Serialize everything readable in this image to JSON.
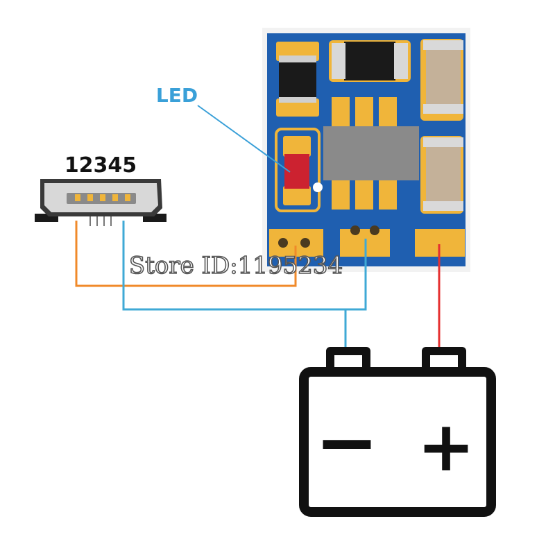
{
  "labels": {
    "connector_pins": "12345",
    "led": "LED",
    "battery_negative": "−",
    "battery_positive": "+"
  },
  "watermark": {
    "text": "Store ID:1195234"
  },
  "colors": {
    "pcb_blue": "#1f5fb0",
    "pad_gold": "#f0b53a",
    "wire_orange": "#f08a2a",
    "wire_blue": "#3fa9d6",
    "wire_red": "#e53030",
    "led_red": "#cc2230",
    "chip_gray": "#8a8a8a",
    "label_blue": "#3aa0d8"
  }
}
